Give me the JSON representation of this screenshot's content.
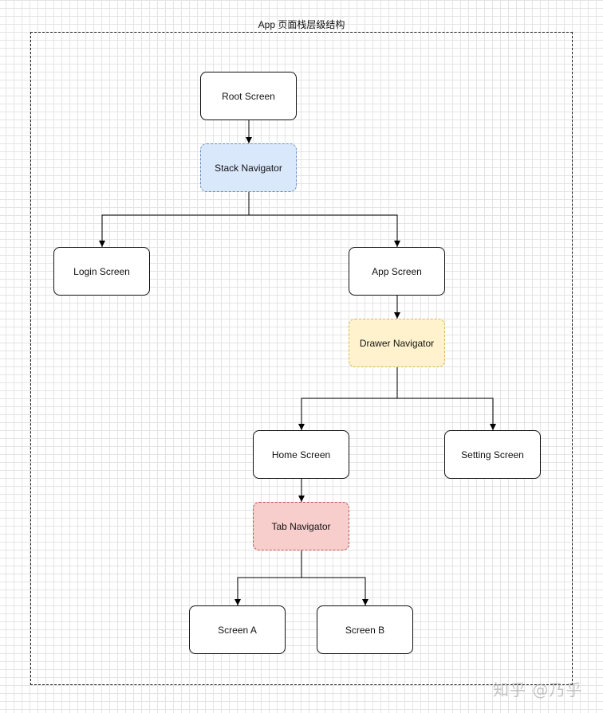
{
  "diagram": {
    "title": "App 页面栈层级结构",
    "nodes": {
      "root": "Root Screen",
      "stack_nav": "Stack Navigator",
      "login": "Login Screen",
      "app": "App Screen",
      "drawer_nav": "Drawer Navigator",
      "home": "Home Screen",
      "setting": "Setting Screen",
      "tab_nav": "Tab Navigator",
      "screen_a": "Screen A",
      "screen_b": "Screen B"
    },
    "colors": {
      "stack_nav_fill": "#dae8fc",
      "drawer_nav_fill": "#fff2cc",
      "tab_nav_fill": "#f8cecc"
    }
  },
  "watermark": "知乎 @乃乎"
}
